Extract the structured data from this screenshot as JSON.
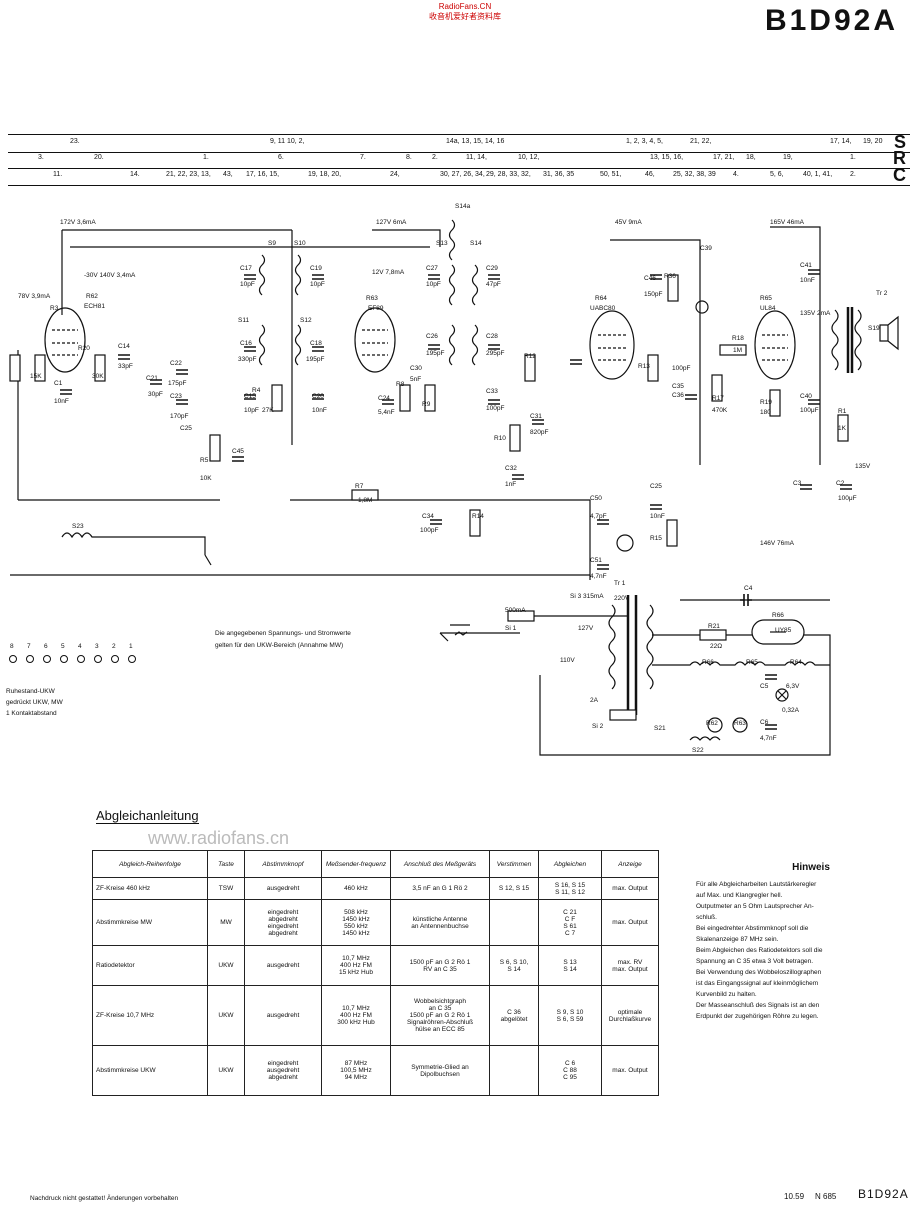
{
  "watermark": {
    "line1": "RadioFans.CN",
    "line2": "收音机爱好者资料库"
  },
  "model": "B1D92A",
  "strip": {
    "row1": [
      "23.",
      "9, 11 10, 2,",
      "14a, 13, 15, 14, 16",
      "1, 2, 3, 4, 5,",
      "21, 22,",
      "17, 14,",
      "19, 20"
    ],
    "row2": [
      "3.",
      "20.",
      "1.",
      "6.",
      "7.",
      "8.",
      "2.",
      "11, 14,",
      "10, 12,",
      "13, 15, 16,",
      "17, 21,",
      "18,",
      "19,",
      "1."
    ],
    "row3": [
      "11.",
      "14.",
      "21, 22, 23, 13,",
      "43,",
      "17, 16, 15,",
      "19, 18, 20,",
      "24,",
      "30, 27, 26, 34,",
      "29, 28, 33, 32,",
      "31, 36, 35",
      "50, 51,",
      "46,",
      "25, 32, 38, 39",
      "4.",
      "5, 6,",
      "40, 1, 41,",
      "2."
    ],
    "letters": [
      "S",
      "R",
      "C"
    ]
  },
  "schematic": {
    "labels": [
      "172V 3,6mA",
      "R62",
      "ECH81",
      "78V 3,9mA",
      "-30V 140V 3,4mA",
      "R3",
      "15K",
      "R20",
      "30K",
      "C1",
      "10nF",
      "S9",
      "S10",
      "C17",
      "10pF",
      "C19",
      "10pF",
      "S11",
      "S12",
      "C16",
      "330pF",
      "C18",
      "195pF",
      "R4",
      "27K",
      "C15",
      "10pF",
      "C20",
      "10nF",
      "C14",
      "33pF",
      "C22",
      "175pF",
      "C21",
      "30pF",
      "C23",
      "170pF",
      "C25",
      "C45",
      "R5",
      "10K",
      "R7",
      "1,8M",
      "S14a",
      "S13",
      "S14",
      "127V 6mA",
      "R63",
      "EF89",
      "12V 7,8mA",
      "C27",
      "10pF",
      "C29",
      "47pF",
      "C26",
      "195pF",
      "C28",
      "295pF",
      "R8",
      "C24",
      "5,4nF",
      "R9",
      "C30",
      "5nF",
      "C33",
      "100pF",
      "C31",
      "820pF",
      "R10",
      "C32",
      "1nF",
      "45V 9mA",
      "R64",
      "UABC80",
      "R12",
      "R13",
      "C35",
      "C36",
      "100pF",
      "R36",
      "C46",
      "150pF",
      "C39",
      "165V 46mA",
      "C41",
      "10nF",
      "R65",
      "UL84",
      "135V 2mA",
      "Tr 2",
      "S19",
      "R18",
      "1M",
      "R17",
      "470K",
      "R19",
      "180",
      "C40",
      "100μF",
      "R1",
      "1K",
      "135V",
      "C3",
      "C2",
      "100μF",
      "C34",
      "100pF",
      "R14",
      "C50",
      "4,7pF",
      "C25",
      "10nF",
      "R15",
      "C51",
      "4,7nF",
      "S23",
      "146V 76mA",
      "Tr 1",
      "220V",
      "500mA",
      "Si 1",
      "Si 3 315mA",
      "127V",
      "110V",
      "C4",
      "R21",
      "22Ω",
      "R66",
      "UY85",
      "R66",
      "R65",
      "R64",
      "C5",
      "6,3V",
      "0,32A",
      "2A",
      "Si 2",
      "S21",
      "S22",
      "R62",
      "R63",
      "C6",
      "4,7nF"
    ],
    "remark_line1": "Die angegebenen Spannungs- und Stromwerte",
    "remark_line2": "gelten für den UKW-Bereich (Annahme MW)",
    "switch_numbers": [
      "8",
      "7",
      "6",
      "5",
      "4",
      "3",
      "2",
      "1"
    ],
    "legend": [
      "Ruhestand-UKW",
      "gedrückt UKW, MW",
      "1 Kontaktabstand"
    ]
  },
  "alignment": {
    "title": "Abgleichanleitung",
    "site_watermark": "www.radiofans.cn",
    "headers": [
      "Abgleich-Reihenfolge",
      "Taste",
      "Abstimmknopf",
      "Meßsender-frequenz",
      "Anschluß des Meßgeräts",
      "Verstimmen",
      "Abgleichen",
      "Anzeige"
    ],
    "rows": [
      [
        "ZF-Kreise 460 kHz",
        "TSW",
        "ausgedreht",
        "460 kHz",
        "3,5 nF an G 1 Rö 2",
        "S 12, S 15",
        "S 16, S 15\nS 11, S 12",
        "max. Output"
      ],
      [
        "Abstimmkreise MW",
        "MW",
        "eingedreht\nabgedreht\neingedreht\nabgedreht",
        "508 kHz\n1450 kHz\n550 kHz\n1450 kHz",
        "künstliche Antenne\nan Antennenbuchse",
        "",
        "C 21\nC F\nS 61\nC 7",
        "max. Output"
      ],
      [
        "Ratiodetektor",
        "UKW",
        "ausgedreht",
        "10,7 MHz\n400 Hz FM\n15 kHz Hub",
        "1500 pF an G 2 Rö 1\nRV an C 35",
        "S 6, S 10,\nS 14",
        "S 13\nS 14",
        "max. RV\nmax. Output"
      ],
      [
        "ZF-Kreise 10,7 MHz",
        "UKW",
        "ausgedreht",
        "10,7 MHz\n400 Hz FM\n300 kHz Hub",
        "Wobbelsichtgraph\nan C 35\n1500 pF an G 2 Rö 1\nSignalröhren-Abschluß\nhülse an ECC 85",
        "C 36\nabgelötet",
        "S 9, S 10\nS 6, S 59",
        "optimale\nDurchlaßkurve"
      ],
      [
        "Abstimmkreise UKW",
        "UKW",
        "eingedreht\nausgedreht\nabgedreht",
        "87 MHz\n100,5 MHz\n94 MHz",
        "Symmetrie-Glied an\nDipolbuchsen",
        "",
        "C 6\nC 88\nC 95",
        "max. Output"
      ]
    ]
  },
  "hinweis": {
    "title": "Hinweis",
    "lines": [
      "Für alle Abgleicharbeiten Lautstärkeregler",
      "auf Max. und Klangregler hell.",
      "Outputmeter an 5 Ohm Lautsprecher An-",
      "schluß.",
      "Bei eingedrehter Abstimmknopf soll die",
      "Skalenanzeige 87 MHz sein.",
      "Beim Abgleichen des Ratiodetektors soll die",
      "Spannung an C 35 etwa 3 Volt betragen.",
      "Bei Verwendung des Wobbeloszillographen",
      "ist das Eingangssignal auf kleinmöglichem",
      "Kurvenbild zu halten.",
      "Der Masseanschluß des Signals ist an den",
      "Erdpunkt der zugehörigen Röhre zu legen."
    ]
  },
  "footer": {
    "left": "Nachdruck nicht gestattet! Änderungen vorbehalten",
    "date": "10.59",
    "doc": "N 685",
    "model": "B1D92A"
  }
}
